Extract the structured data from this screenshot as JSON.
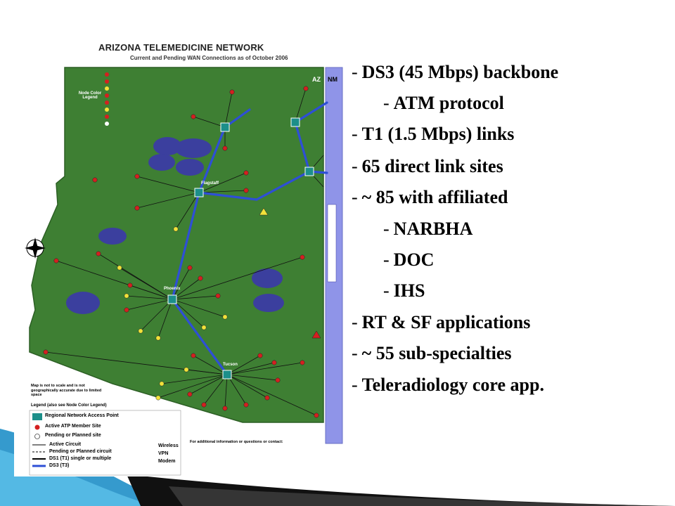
{
  "map": {
    "title": "ARIZONA TELEMEDICINE NETWORK",
    "subtitle": "Current and Pending WAN Connections as of October 2006",
    "state_labels": {
      "az": "AZ",
      "nm": "NM"
    },
    "hub_labels": [
      "Flagstaff",
      "Phoenix",
      "Tucson"
    ],
    "legend": {
      "node_color_legend": "Node Color Legend",
      "scale_note": "Map is not to scale and is not geographically accurate due to limited space",
      "heading": "Legend (also see Node Color Legend)",
      "items": [
        "Regional Network Access Point",
        "Active ATP Member Site",
        "Pending or Planned site",
        "Active Circuit",
        "Pending or Planned circuit",
        "DS1 (T1) single or multiple",
        "DS3 (T3)"
      ],
      "right_items": [
        "Wireless",
        "VPN",
        "Modem"
      ]
    },
    "contact": "For additional information or questions or contact:"
  },
  "bullets": [
    {
      "dash": "-",
      "text": "DS3 (45 Mbps) backbone"
    },
    {
      "dash": "-",
      "text": "ATM protocol"
    },
    {
      "dash": "-",
      "text": "T1 (1.5 Mbps) links"
    },
    {
      "dash": "-",
      "text": "65 direct link sites"
    },
    {
      "dash": "-",
      "text": "~ 85 with affiliated"
    },
    {
      "dash": "-",
      "text": "NARBHA"
    },
    {
      "dash": "-",
      "text": "DOC"
    },
    {
      "dash": "-",
      "text": "IHS"
    },
    {
      "dash": "-",
      "text": "RT & SF applications"
    },
    {
      "dash": "-",
      "text": "~ 55 sub-specialties"
    },
    {
      "dash": "-",
      "text": "Teleradiology core app."
    }
  ],
  "colors": {
    "map_green": "#3e7f33",
    "nm_strip": "#8f94e8",
    "backbone": "#2e4fd6",
    "node_red": "#d42020",
    "node_yellow": "#f2e23a",
    "hub": "#1c8f8a",
    "cloud": "#3b3f9e",
    "swoosh_blue": "#2aa3d8",
    "swoosh_dark": "#111111"
  }
}
